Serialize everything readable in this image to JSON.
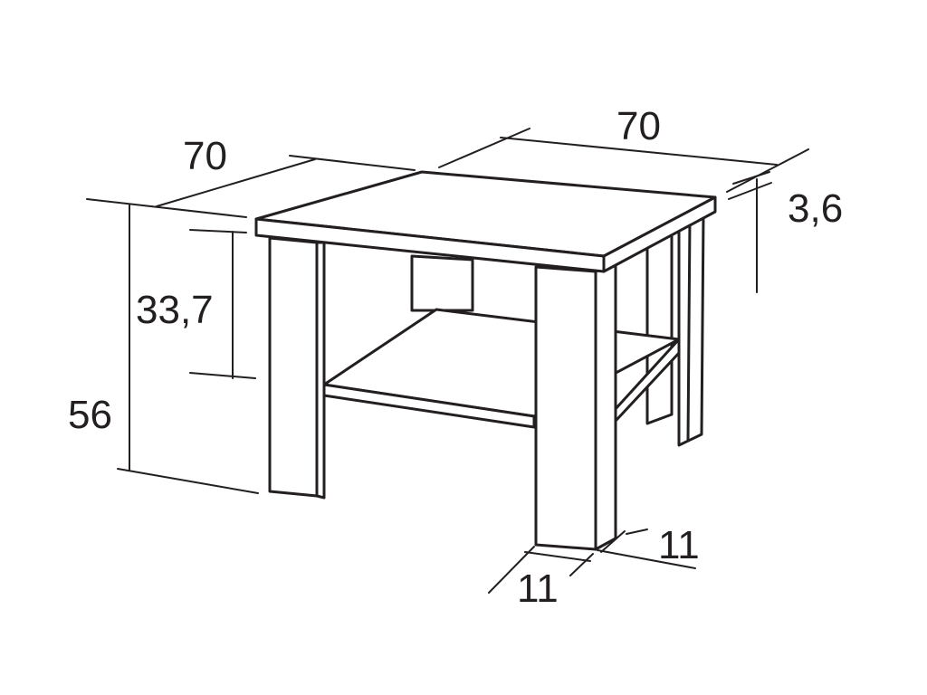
{
  "dimensions": {
    "top_width_left": "70",
    "top_width_right": "70",
    "top_thickness": "3,6",
    "shelf_clearance": "33,7",
    "total_height": "56",
    "leg_width_front": "11",
    "leg_width_side": "11"
  },
  "colors": {
    "line": "#231f20",
    "background": "#ffffff"
  }
}
